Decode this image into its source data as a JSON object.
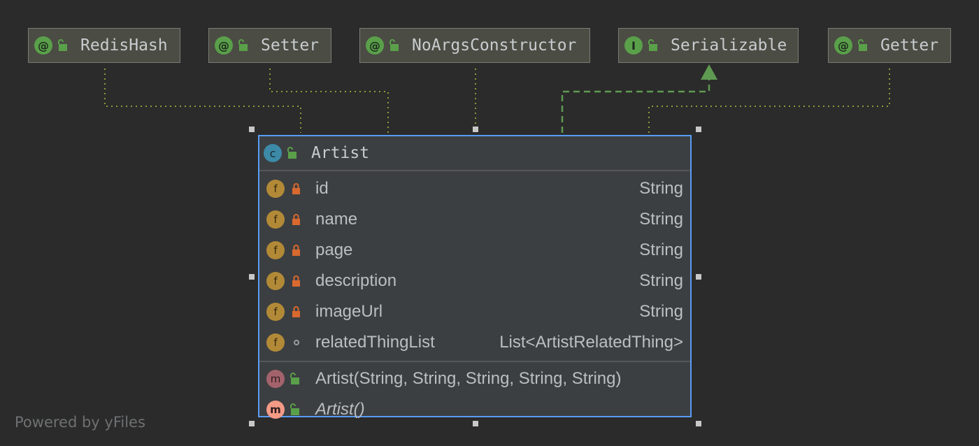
{
  "colors": {
    "background": "#2b2b2b",
    "node_border": "#589df6",
    "annotation_link": "#8b9b3a",
    "realization_link": "#5f9a52"
  },
  "annotations": [
    {
      "id": "RedisHash",
      "label": "RedisHash",
      "kind_symbol": "@",
      "icon": "annotation-icon"
    },
    {
      "id": "Setter",
      "label": "Setter",
      "kind_symbol": "@",
      "icon": "annotation-icon"
    },
    {
      "id": "NoArgsConstructor",
      "label": "NoArgsConstructor",
      "kind_symbol": "@",
      "icon": "annotation-icon"
    },
    {
      "id": "Serializable",
      "label": "Serializable",
      "kind_symbol": "I",
      "icon": "interface-icon"
    },
    {
      "id": "Getter",
      "label": "Getter",
      "kind_symbol": "@",
      "icon": "annotation-icon"
    }
  ],
  "class_node": {
    "kind_symbol": "c",
    "name": "Artist",
    "fields": [
      {
        "name": "id",
        "type": "String",
        "visibility": "private"
      },
      {
        "name": "name",
        "type": "String",
        "visibility": "private"
      },
      {
        "name": "page",
        "type": "String",
        "visibility": "private"
      },
      {
        "name": "description",
        "type": "String",
        "visibility": "private"
      },
      {
        "name": "imageUrl",
        "type": "String",
        "visibility": "private"
      },
      {
        "name": "relatedThingList",
        "type": "List<ArtistRelatedThing>",
        "visibility": "package"
      }
    ],
    "methods": [
      {
        "signature": "Artist(String, String, String, String, String)",
        "visibility": "public",
        "italic": false
      },
      {
        "signature": "Artist()",
        "visibility": "public",
        "italic": true
      }
    ],
    "field_symbol": "f",
    "method_symbol": "m"
  },
  "edges": [
    {
      "from": "RedisHash",
      "to": "Artist",
      "kind": "annotation"
    },
    {
      "from": "Setter",
      "to": "Artist",
      "kind": "annotation"
    },
    {
      "from": "NoArgsConstructor",
      "to": "Artist",
      "kind": "annotation"
    },
    {
      "from": "Artist",
      "to": "Serializable",
      "kind": "realization"
    },
    {
      "from": "Getter",
      "to": "Artist",
      "kind": "annotation"
    }
  ],
  "footer": "Powered by yFiles"
}
